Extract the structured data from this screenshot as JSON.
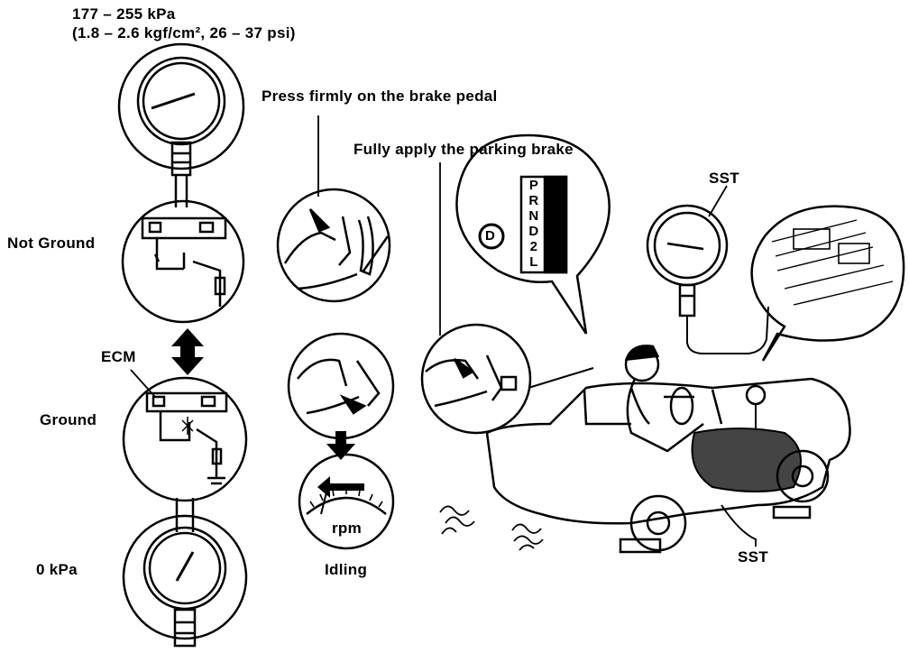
{
  "pressure_spec": {
    "line1": "177 – 255 kPa",
    "line2": "(1.8 – 2.6 kgf/cm², 26 – 37 psi)"
  },
  "labels": {
    "not_ground": "Not Ground",
    "ecm": "ECM",
    "ground": "Ground",
    "zero_kpa": "0 kPa",
    "brake_pedal": "Press firmly on the brake pedal",
    "parking_brake": "Fully apply the parking brake",
    "sst_top": "SST",
    "sst_bottom": "SST",
    "rpm": "rpm",
    "idling": "Idling"
  },
  "shift_positions": [
    "P",
    "R",
    "N",
    "D",
    "2",
    "L"
  ],
  "selected_gear": "D"
}
